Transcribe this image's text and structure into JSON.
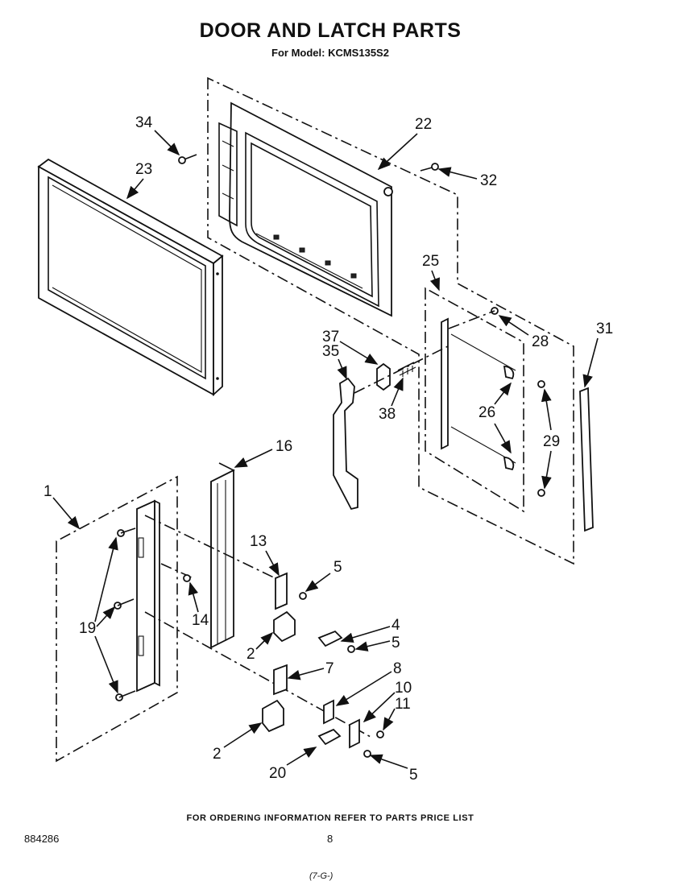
{
  "header": {
    "title": "DOOR AND LATCH PARTS",
    "model_line": "For Model: KCMS135S2"
  },
  "footer": {
    "ordering_note": "FOR ORDERING INFORMATION REFER TO PARTS PRICE LIST",
    "doc_number": "884286",
    "page_number": "8",
    "bottom_note": "(7-G-)"
  },
  "callouts": {
    "p1": "1",
    "p2a": "2",
    "p2b": "2",
    "p4": "4",
    "p5a": "5",
    "p5b": "5",
    "p5c": "5",
    "p7": "7",
    "p8": "8",
    "p10": "10",
    "p11": "11",
    "p13": "13",
    "p14": "14",
    "p16": "16",
    "p19": "19",
    "p20": "20",
    "p22": "22",
    "p23": "23",
    "p25": "25",
    "p26": "26",
    "p28": "28",
    "p29": "29",
    "p31": "31",
    "p32": "32",
    "p34": "34",
    "p35": "35",
    "p37": "37",
    "p38": "38"
  }
}
